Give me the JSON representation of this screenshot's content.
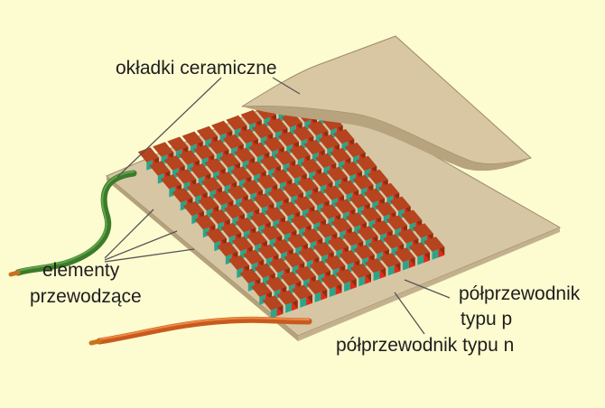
{
  "labels": {
    "ceramic_plates": "okładki ceramiczne",
    "conductive_elements_line1": "elementy",
    "conductive_elements_line2": "przewodzące",
    "p_type_line1": "półprzewodnik",
    "p_type_line2": "typu p",
    "n_type": "półprzewodnik typu n"
  },
  "module": {
    "rows": 12,
    "columns": 12
  },
  "colors": {
    "background": "#fdfbd0",
    "ceramic": "#d8c6a2",
    "conductor": "#b5441f",
    "p_semiconductor": "#2aa58a",
    "n_semiconductor": "#e12a1a",
    "wire_green": "#3d7a2a",
    "wire_orange": "#c85a1e",
    "leader_line": "#555555"
  }
}
